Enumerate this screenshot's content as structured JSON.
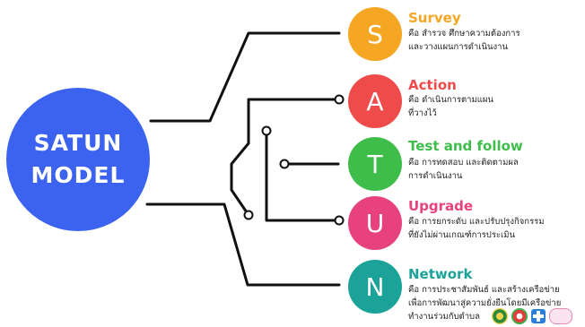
{
  "hub": {
    "line1": "SATUN",
    "line2": "MODEL",
    "color": "#3b63f0"
  },
  "items": [
    {
      "letter": "S",
      "title": "Survey",
      "color": "#f5a623",
      "desc": [
        "คือ สำรวจ ศึกษาความต้องการ",
        "และวางแผนการดำเนินงาน"
      ]
    },
    {
      "letter": "A",
      "title": "Action",
      "color": "#ef4b4b",
      "desc": [
        "คือ ดำเนินการตามแผน",
        "ที่วางไว้"
      ]
    },
    {
      "letter": "T",
      "title": "Test and follow",
      "color": "#3fbd4b",
      "desc": [
        "คือ การทดสอบ และติดตามผล",
        "การดำเนินงาน"
      ]
    },
    {
      "letter": "U",
      "title": "Upgrade",
      "color": "#e8427e",
      "desc": [
        "คือ การยกระดับ และปรับปรุงกิจกรรม",
        "ที่ยังไม่ผ่านเกณฑ์การประเมิน"
      ]
    },
    {
      "letter": "N",
      "title": "Network",
      "color": "#1ba39a",
      "desc": [
        "คือ การประชาสัมพันธ์ และสร้างเครือข่าย",
        "เพื่อการพัฒนาสู่ความยั่งยืนโดยมีเครือข่าย",
        "ทำงานร่วมกับตำบล"
      ]
    }
  ]
}
